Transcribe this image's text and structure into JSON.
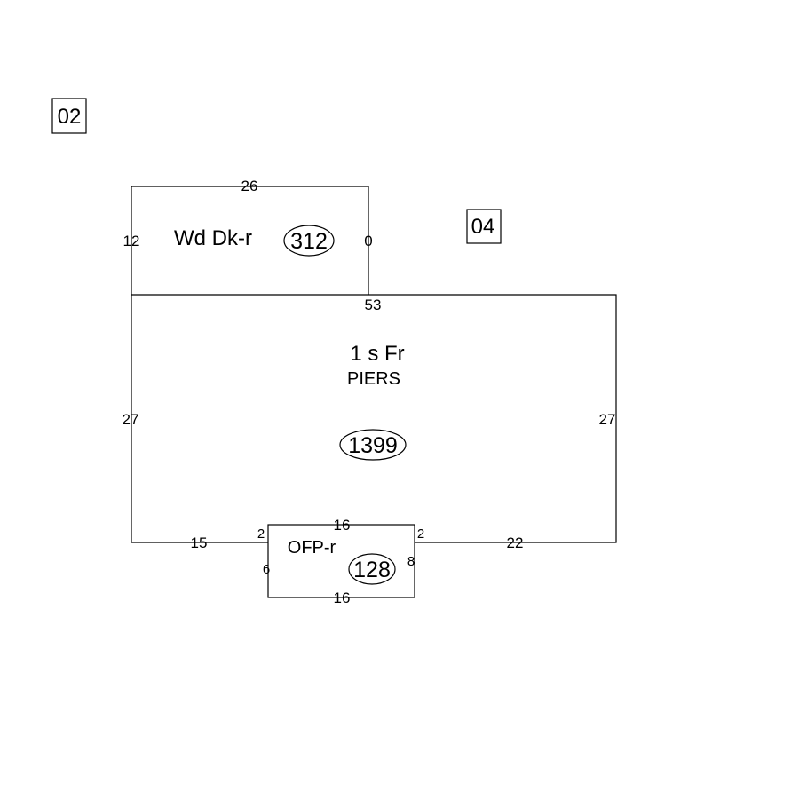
{
  "tags": {
    "left": "02",
    "right": "04"
  },
  "deck": {
    "label": "Wd Dk-r",
    "area": "312",
    "dim_top": "26",
    "dim_left": "12",
    "dim_right": "0"
  },
  "main": {
    "label": "1 s Fr",
    "sublabel": "PIERS",
    "area": "1399",
    "dim_top": "53",
    "dim_left": "27",
    "dim_right": "27",
    "dim_bottom_left": "15",
    "dim_bottom_right": "22"
  },
  "porch": {
    "label": "OFP-r",
    "area": "128",
    "dim_top": "16",
    "dim_bottom": "16",
    "dim_left_upper": "2",
    "dim_left": "6",
    "dim_right_upper": "2",
    "dim_right": "8"
  }
}
